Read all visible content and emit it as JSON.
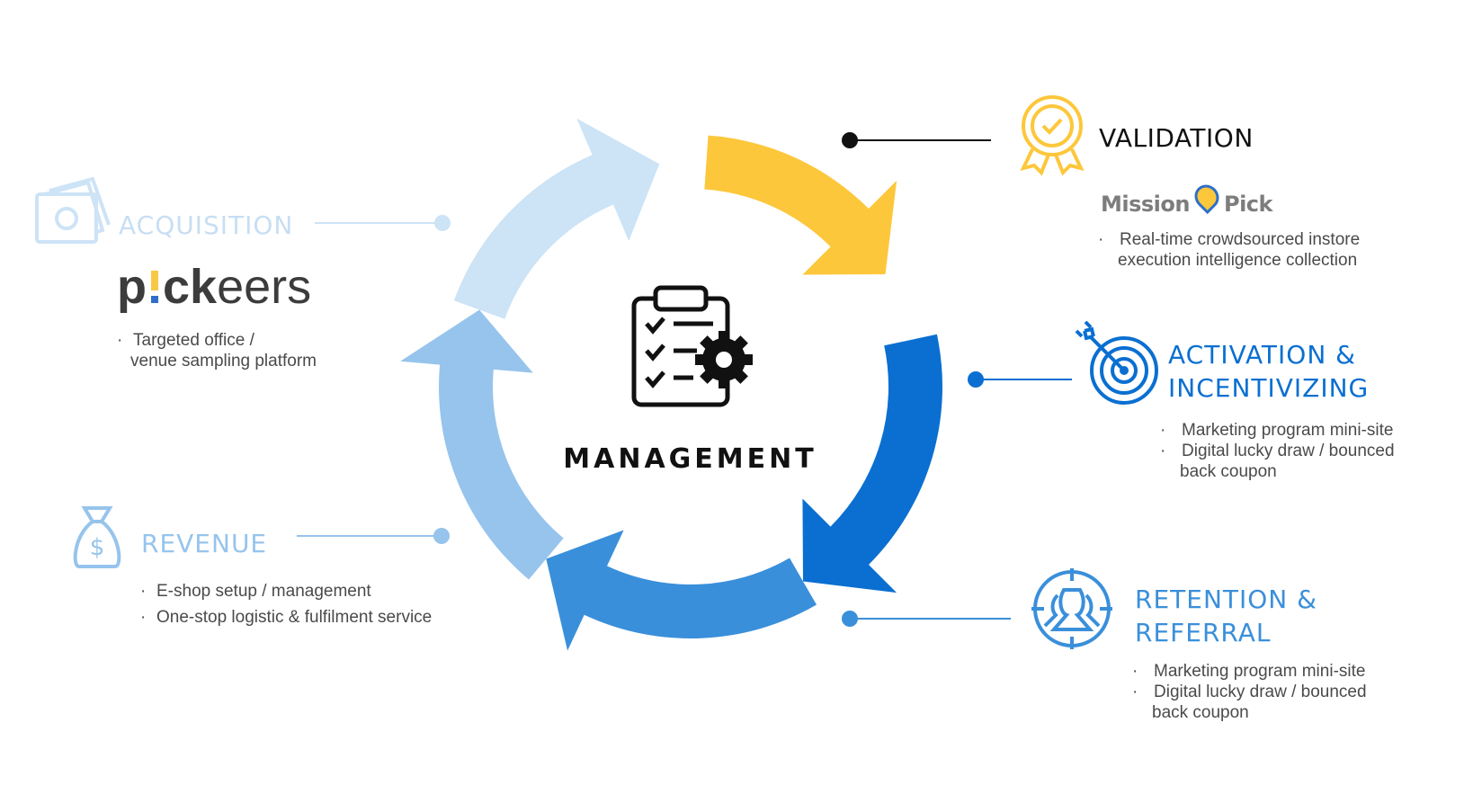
{
  "center": {
    "label": "MANAGEMENT",
    "icon": "clipboard-gear-icon"
  },
  "colors": {
    "validation": "#fdc73b",
    "activation": "#0a6fd1",
    "retention": "#3a8fda",
    "revenue": "#96c4ec",
    "acquisition": "#cde3f6",
    "acquisition_text": "#c7def3",
    "revenue_text": "#96c4ec"
  },
  "acquisition": {
    "title": "ACQUISITION",
    "icon": "money-bill-icon",
    "logo": "pickeers",
    "bullets": [
      "Targeted office /",
      "venue sampling platform"
    ]
  },
  "revenue": {
    "title": "REVENUE",
    "icon": "money-bag-icon",
    "bullets": [
      "E-shop setup / management",
      "One-stop logistic & fulfilment service"
    ]
  },
  "validation": {
    "title": "VALIDATION",
    "icon": "award-badge-icon",
    "logo": "MissionPick",
    "bullets": [
      "Real-time crowdsourced instore",
      "execution intelligence collection"
    ]
  },
  "activation": {
    "title_line1": "ACTIVATION &",
    "title_line2": "INCENTIVIZING",
    "icon": "target-arrow-icon",
    "bullets": [
      "Marketing program mini-site",
      "Digital lucky draw / bounced",
      "back coupon"
    ]
  },
  "retention": {
    "title_line1": "RETENTION &",
    "title_line2": "REFERRAL",
    "icon": "user-target-icon",
    "bullets": [
      "Marketing program mini-site",
      "Digital lucky draw / bounced",
      "back coupon"
    ]
  }
}
